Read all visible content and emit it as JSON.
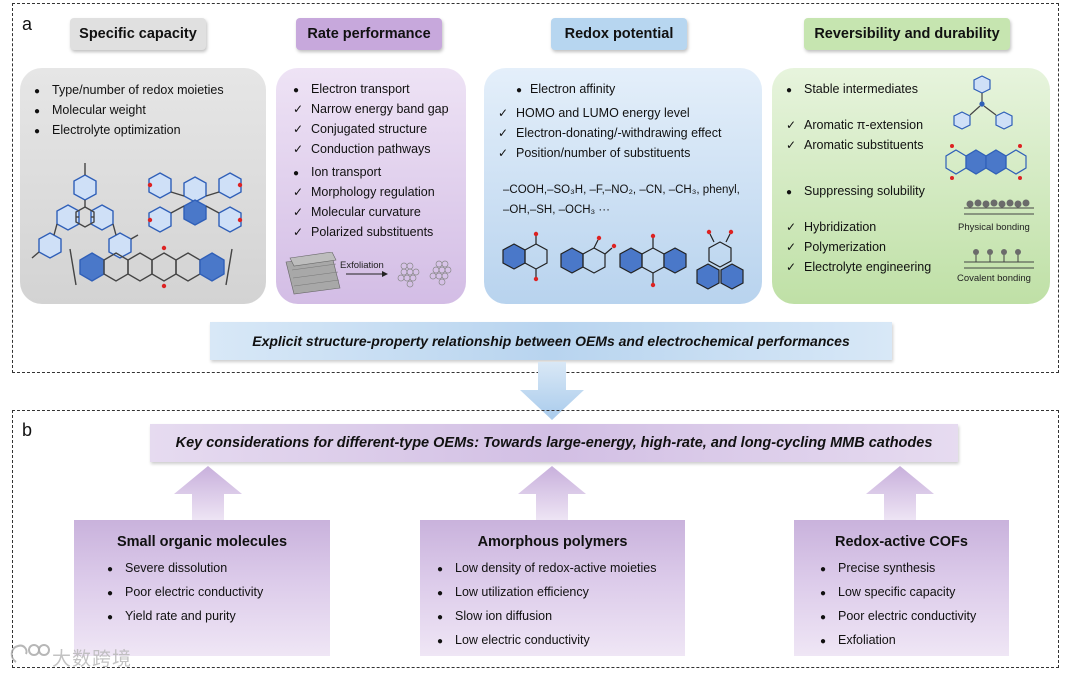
{
  "panel_a": {
    "letter": "a",
    "headers": {
      "capacity": "Specific capacity",
      "rate": "Rate performance",
      "redox": "Redox potential",
      "durability": "Reversibility and durability"
    },
    "capacity_items": [
      "Type/number of redox moieties",
      "Molecular weight",
      "Electrolyte optimization"
    ],
    "rate_groups": {
      "electron_title": "Electron transport",
      "electron_items": [
        "Narrow energy band gap",
        "Conjugated structure",
        "Conduction pathways"
      ],
      "ion_title": "Ion transport",
      "ion_items": [
        "Morphology regulation",
        "Molecular curvature",
        "Polarized substituents"
      ],
      "exfoliation_label": "Exfoliation"
    },
    "redox_groups": {
      "title": "Electron affinity",
      "items": [
        "HOMO and LUMO energy level",
        "Electron-donating/-withdrawing effect",
        "Position/number of substituents"
      ],
      "substituents_line1": "–COOH,–SO₃H, –F,–NO₂, –CN, –CH₃, phenyl,",
      "substituents_line2": "–OH,–SH, –OCH₃ ···"
    },
    "durability_groups": {
      "title1": "Stable intermediates",
      "items1": [
        "Aromatic π-extension",
        "Aromatic substituents"
      ],
      "title2": "Suppressing solubility",
      "items2": [
        "Hybridization",
        "Polymerization",
        "Electrolyte engineering"
      ],
      "physical_caption": "Physical bonding",
      "covalent_caption": "Covalent bonding"
    },
    "banner": "Explicit structure-property relationship between OEMs and electrochemical performances"
  },
  "panel_b": {
    "letter": "b",
    "banner": "Key considerations for different-type OEMs: Towards large-energy, high-rate, and long-cycling MMB cathodes",
    "boxes": [
      {
        "title": "Small organic molecules",
        "items": [
          "Severe dissolution",
          "Poor electric conductivity",
          "Yield rate and purity"
        ]
      },
      {
        "title": "Amorphous polymers",
        "items": [
          "Low density of redox-active moieties",
          "Low utilization efficiency",
          "Slow ion diffusion",
          "Low electric conductivity"
        ]
      },
      {
        "title": "Redox-active COFs",
        "items": [
          "Precise synthesis",
          "Low specific capacity",
          "Poor electric conductivity",
          "Exfoliation"
        ]
      }
    ]
  },
  "watermark": "大数跨境",
  "colors": {
    "capacity_header": "#e0e0e0",
    "rate_header": "#c7a8dc",
    "redox_header": "#b7d6f0",
    "durability_header": "#c6e5b0",
    "banner_a": "#c5def3",
    "banner_b": "#d9c9e8",
    "arrow_a": "#b6d3ee",
    "arrow_b": "#d4c2e6",
    "ring_blue": "#2f5fb8"
  }
}
